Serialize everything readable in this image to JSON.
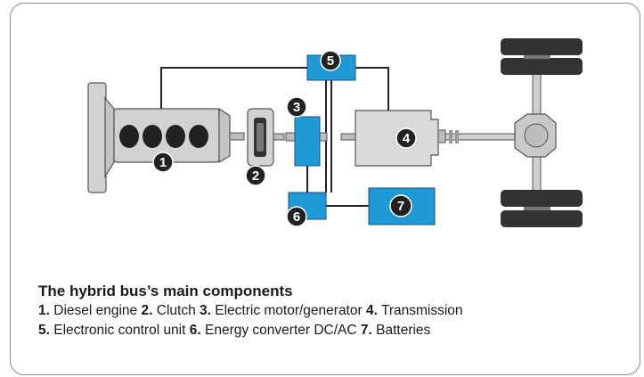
{
  "colors": {
    "blue": "#1f9ad6",
    "dark": "#222222",
    "metal": "#d2d2d2",
    "metal_dark": "#8f8f8f",
    "outline": "#555555"
  },
  "badges": {
    "b1": "1",
    "b2": "2",
    "b3": "3",
    "b4": "4",
    "b5": "5",
    "b6": "6",
    "b7": "7"
  },
  "caption": {
    "title": "The hybrid bus’s main components",
    "items": [
      {
        "num": "1.",
        "label": "Diesel engine"
      },
      {
        "num": "2.",
        "label": "Clutch"
      },
      {
        "num": "3.",
        "label": "Electric motor/generator"
      },
      {
        "num": "4.",
        "label": "Transmission"
      },
      {
        "num": "5.",
        "label": "Electronic control unit"
      },
      {
        "num": "6.",
        "label": "Energy converter DC/AC"
      },
      {
        "num": "7.",
        "label": "Batteries"
      }
    ]
  }
}
